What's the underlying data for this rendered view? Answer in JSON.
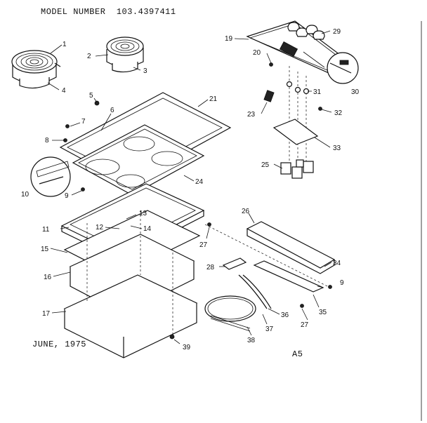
{
  "header": {
    "model_label": "MODEL NUMBER",
    "model_number": "103.4397411"
  },
  "footer": {
    "date": "JUNE, 1975",
    "sheet_code": "A5"
  },
  "callouts": [
    {
      "id": "c1",
      "text": "1"
    },
    {
      "id": "c2",
      "text": "2"
    },
    {
      "id": "c3",
      "text": "3"
    },
    {
      "id": "c4",
      "text": "4"
    },
    {
      "id": "c5",
      "text": "5"
    },
    {
      "id": "c6",
      "text": "6"
    },
    {
      "id": "c7",
      "text": "7"
    },
    {
      "id": "c8",
      "text": "8"
    },
    {
      "id": "c9a",
      "text": "9"
    },
    {
      "id": "c10",
      "text": "10"
    },
    {
      "id": "c11",
      "text": "11"
    },
    {
      "id": "c12",
      "text": "12"
    },
    {
      "id": "c13",
      "text": "13"
    },
    {
      "id": "c14",
      "text": "14"
    },
    {
      "id": "c15",
      "text": "15"
    },
    {
      "id": "c16",
      "text": "16"
    },
    {
      "id": "c17",
      "text": "17"
    },
    {
      "id": "c19",
      "text": "19"
    },
    {
      "id": "c20",
      "text": "20"
    },
    {
      "id": "c21",
      "text": "21"
    },
    {
      "id": "c23",
      "text": "23"
    },
    {
      "id": "c24",
      "text": "24"
    },
    {
      "id": "c25",
      "text": "25"
    },
    {
      "id": "c26",
      "text": "26"
    },
    {
      "id": "c27a",
      "text": "27"
    },
    {
      "id": "c27b",
      "text": "27"
    },
    {
      "id": "c28",
      "text": "28"
    },
    {
      "id": "c29",
      "text": "29"
    },
    {
      "id": "c30",
      "text": "30"
    },
    {
      "id": "c31",
      "text": "31"
    },
    {
      "id": "c32",
      "text": "32"
    },
    {
      "id": "c33",
      "text": "33"
    },
    {
      "id": "c34",
      "text": "34"
    },
    {
      "id": "c35",
      "text": "35"
    },
    {
      "id": "c36",
      "text": "36"
    },
    {
      "id": "c37",
      "text": "37"
    },
    {
      "id": "c38",
      "text": "38"
    },
    {
      "id": "c39",
      "text": "39"
    },
    {
      "id": "c9b",
      "text": "9"
    }
  ]
}
